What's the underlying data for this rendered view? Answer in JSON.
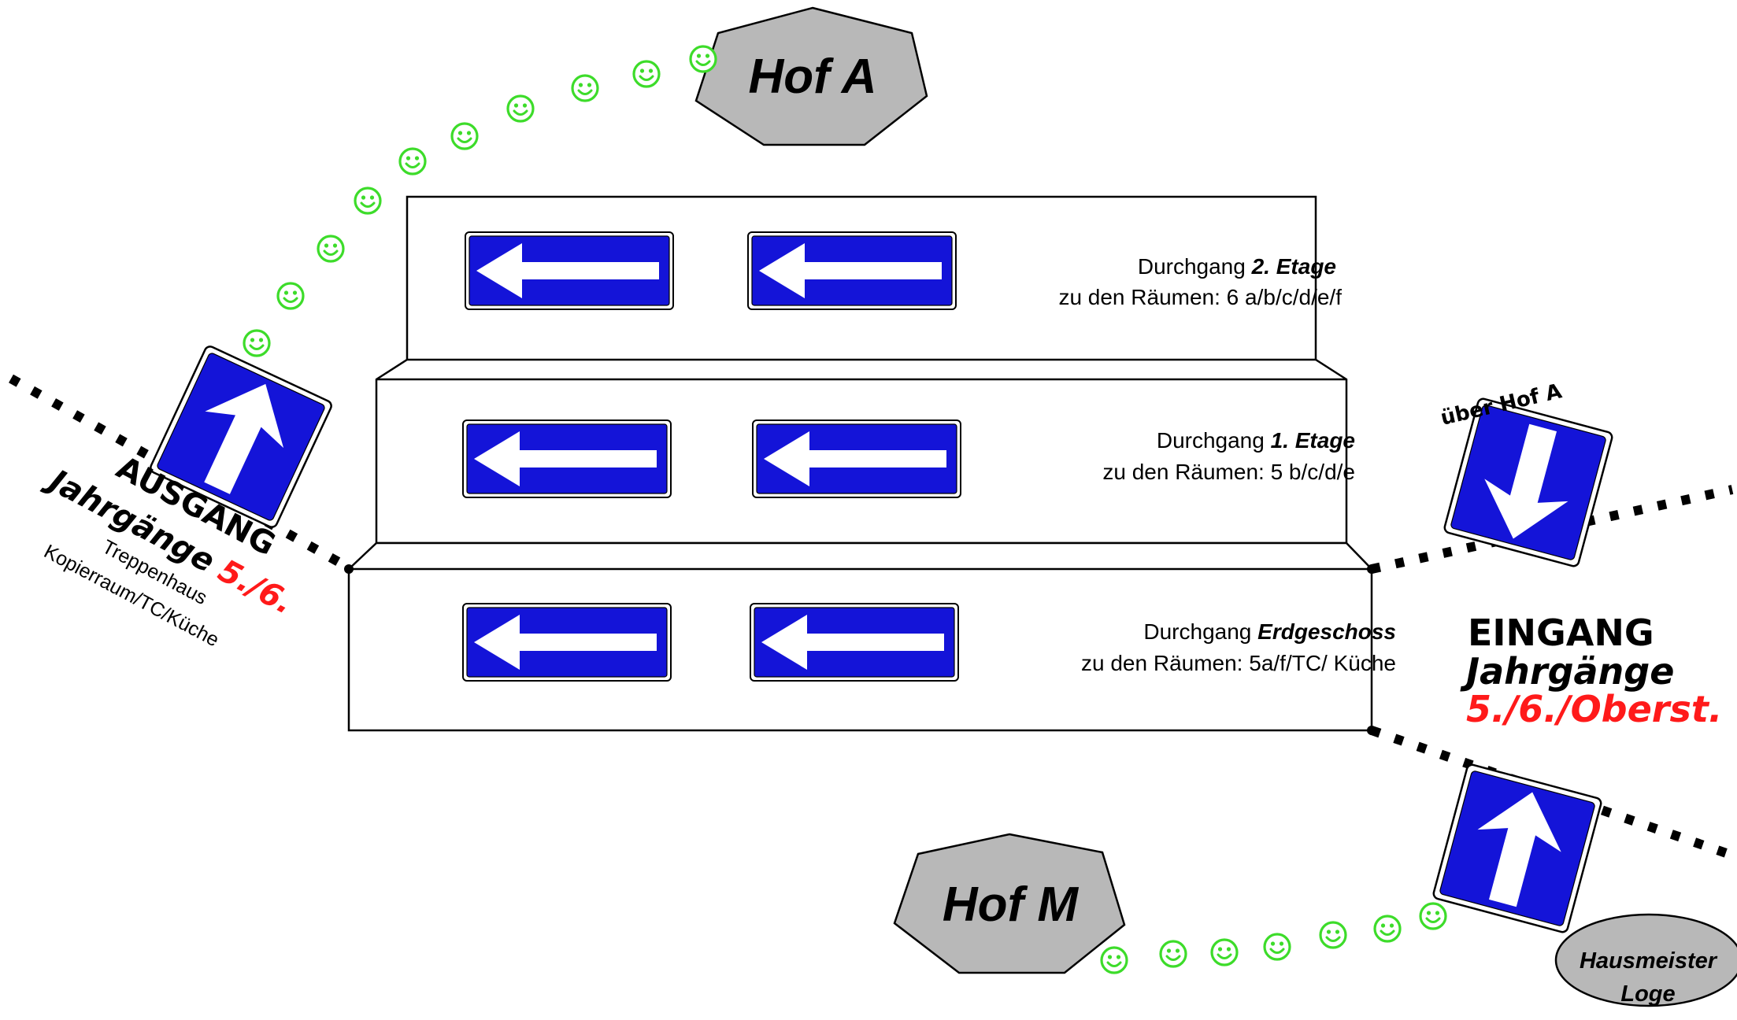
{
  "areas": {
    "hof_a": "Hof A",
    "hof_m": "Hof M",
    "hausmeister_line1": "Hausmeister",
    "hausmeister_line2": "Loge"
  },
  "floors": [
    {
      "prefix": "Durchgang ",
      "emphasis": "2. Etage",
      "rooms": "zu den Räumen: 6 a/b/c/d/e/f"
    },
    {
      "prefix": "Durchgang ",
      "emphasis": "1. Etage",
      "rooms": "zu den Räumen: 5 b/c/d/e"
    },
    {
      "prefix": "Durchgang ",
      "emphasis": "Erdgeschoss",
      "rooms": "zu den Räumen: 5a/f/TC/ Küche"
    }
  ],
  "exit": {
    "title": "AUSGANG",
    "grades_label": "Jahrgänge",
    "grades_value": "5./6.",
    "line3": "Treppenhaus",
    "line4": "Kopierraum/TC/Küche"
  },
  "entrance": {
    "title": "EINGANG",
    "grades_label": "Jahrgänge",
    "grades_value": "5./6./Oberst."
  },
  "via_hof_a": "über Hof A",
  "colors": {
    "sign_blue": "#1414d8",
    "accent_red": "#ff1a1a",
    "smiley_green": "#3ddc2a",
    "area_gray": "#b8b8b8"
  },
  "icons": [
    "left-arrow-sign",
    "up-arrow-sign",
    "down-arrow-sign",
    "smiley-icon"
  ]
}
